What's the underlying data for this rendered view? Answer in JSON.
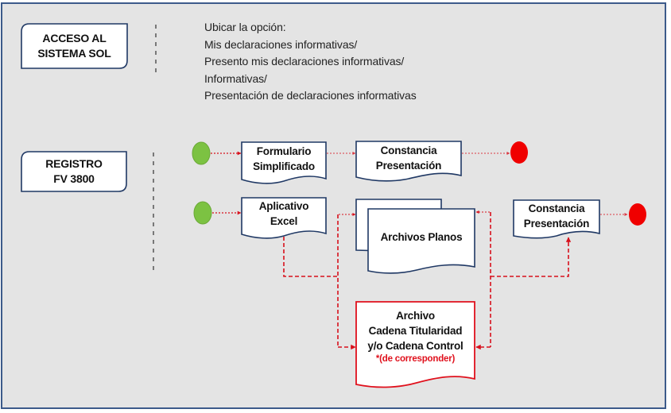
{
  "sections": {
    "acceso": {
      "label_line1": "ACCESO AL",
      "label_line2": "SISTEMA SOL"
    },
    "registro": {
      "label_line1": "REGISTRO",
      "label_line2": "FV 3800"
    }
  },
  "instructions": [
    "Ubicar la opción:",
    "Mis declaraciones informativas/",
    "Presento mis declaraciones informativas/",
    "Informativas/",
    "Presentación de declaraciones informativas"
  ],
  "flow1": {
    "formulario": {
      "line1": "Formulario",
      "line2": "Simplificado"
    },
    "constancia": {
      "line1": "Constancia",
      "line2": "Presentación"
    }
  },
  "flow2": {
    "aplicativo": {
      "line1": "Aplicativo",
      "line2": "Excel"
    },
    "archivos": {
      "label": "Archivos Planos"
    },
    "constancia": {
      "line1": "Constancia",
      "line2": "Presentación"
    },
    "cadena": {
      "line1": "Archivo",
      "line2": "Cadena Titularidad",
      "line3": "y/o Cadena Control",
      "note": "*(de corresponder)"
    }
  },
  "colors": {
    "start": "#7cc242",
    "end": "#f00000",
    "connector": "#d8101c",
    "box_border": "#1f3864",
    "highlight_border": "#e0101c",
    "note": "#e0101c"
  }
}
